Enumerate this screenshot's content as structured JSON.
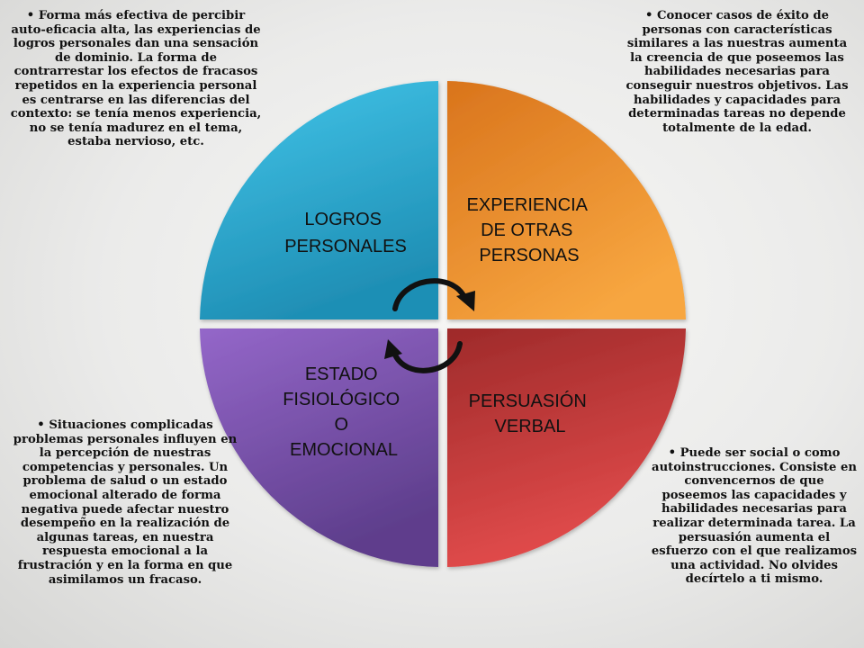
{
  "quadrants": {
    "top_left": {
      "lines": [
        "LOGROS",
        "PERSONALES"
      ],
      "color_light": "#43c6ea",
      "color_dark": "#1f8fb5"
    },
    "top_right": {
      "lines": [
        "EXPERIENCIA",
        "DE OTRAS",
        "PERSONAS"
      ],
      "color_light": "#f7a640",
      "color_dark": "#d9741c"
    },
    "bottom_right": {
      "lines": [
        "PERSUASIÓN",
        "VERBAL"
      ],
      "color_light": "#e34c4c",
      "color_dark": "#9e2a2a"
    },
    "bottom_left": {
      "lines": [
        "ESTADO",
        "FISIOLÓGICO",
        "O",
        "EMOCIONAL"
      ],
      "color_light": "#9467c9",
      "color_dark": "#5e3e8c"
    }
  },
  "notes": {
    "top_left": "Forma más efectiva de percibir auto-eficacia alta, las experiencias de logros personales dan una sensación de dominio. La forma de contrarrestar los efectos de fracasos repetidos en la experiencia personal es centrarse en las diferencias del contexto: se tenía menos experiencia, no se tenía madurez en el tema, estaba nervioso, etc.",
    "top_right": "Conocer casos de éxito de personas con características similares a las nuestras aumenta la creencia de que poseemos las habilidades necesarias para conseguir nuestros objetivos. Las habilidades y capacidades para determinadas tareas no depende totalmente de la edad.",
    "bottom_left": "Situaciones complicadas problemas personales influyen en la percepción de nuestras competencias y personales. Un problema de salud o un estado emocional alterado de forma negativa puede afectar nuestro desempeño en la realización de algunas tareas, en nuestra respuesta emocional a la frustración y en la forma en que asimilamos un fracaso.",
    "bottom_right": "Puede ser social o como autoinstrucciones. Consiste en convencernos de que poseemos las capacidades y habilidades necesarias para realizar determinada tarea. La persuasión aumenta el esfuerzo con el que realizamos una actividad. No olvides decírtelo a ti mismo."
  },
  "bullet": "•",
  "cycle_arrow_color": "#111111"
}
